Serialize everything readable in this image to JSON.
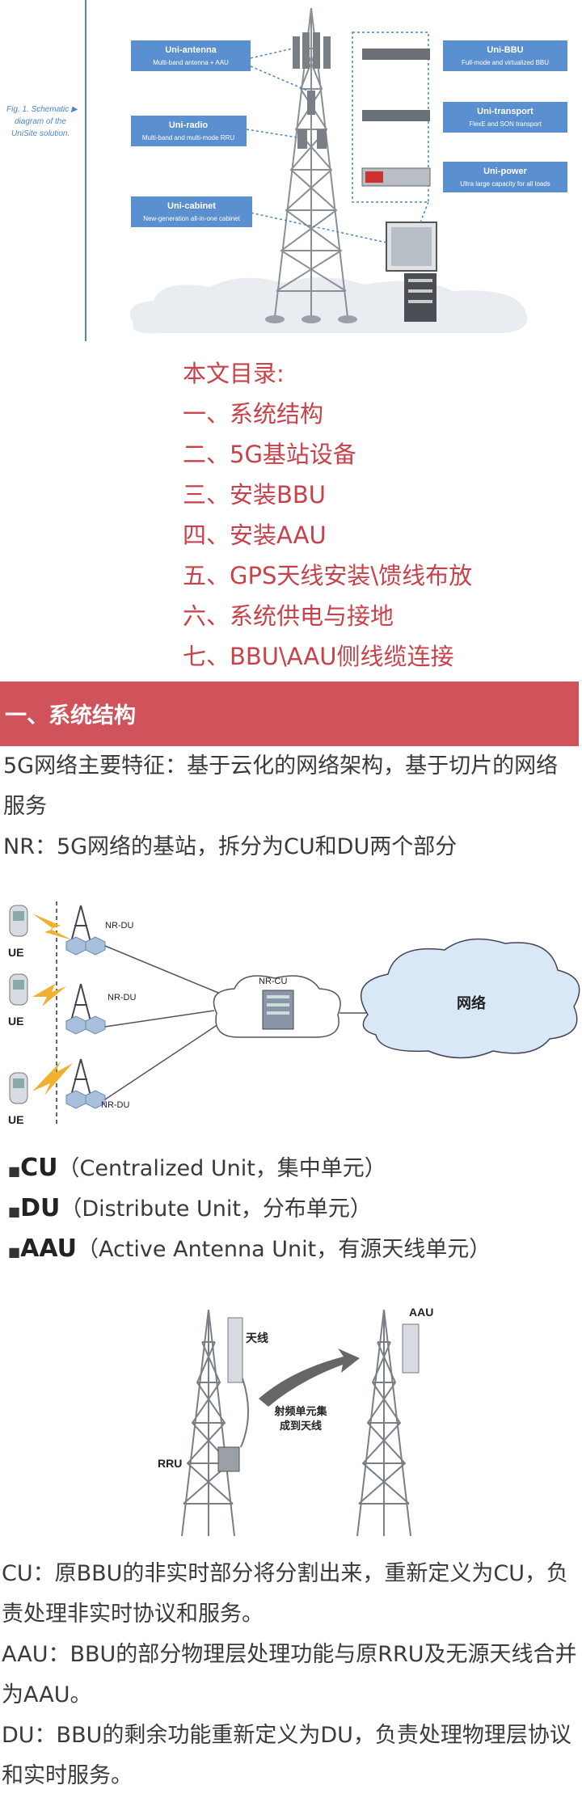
{
  "figure1": {
    "caption": "Fig. 1. Schematic diagram of the UniSite solution.",
    "caption_lines": [
      "Fig. 1. Schematic ▶",
      "diagram of the",
      "UniSite solution."
    ],
    "boxes": [
      {
        "title": "Uni-antenna",
        "subtitle": "Multi-band antenna + AAU"
      },
      {
        "title": "Uni-radio",
        "subtitle": "Multi-band and multi-mode RRU"
      },
      {
        "title": "Uni-cabinet",
        "subtitle": "New-generation all-in-one cabinet"
      },
      {
        "title": "Uni-BBU",
        "subtitle": "Full-mode and virtualized BBU"
      },
      {
        "title": "Uni-transport",
        "subtitle": "FlexE and SON transport"
      },
      {
        "title": "Uni-power",
        "subtitle": "Ultra large capacity for all loads"
      }
    ]
  },
  "toc": {
    "heading": "本文目录:",
    "items": [
      "一、系统结构",
      "二、5G基站设备",
      "三、安装BBU",
      "四、安装AAU",
      "五、GPS天线安装\\馈线布放",
      "六、系统供电与接地",
      "七、BBU\\AAU侧线缆连接"
    ]
  },
  "section": {
    "title": "一、系统结构"
  },
  "paragraphs": {
    "p1": "5G网络主要特征：基于云化的网络架构，基于切片的网络服务",
    "p2": "NR：5G网络的基站，拆分为CU和DU两个部分",
    "p3a": "CU：原BBU的非实时部分将分割出来，重新定义为CU，负责处理非实时协议和服务。",
    "p3b": "AAU：BBU的部分物理层处理功能与原RRU及无源天线合并为AAU。",
    "p3c": "DU：BBU的剩余功能重新定义为DU，负责处理物理层协议和实时服务。"
  },
  "figure2": {
    "ue_label": "UE",
    "du_label": "NR-DU",
    "cu_label": "NR-CU",
    "network_label": "网络"
  },
  "bullets": [
    {
      "abbr": "CU",
      "text": "（Centralized Unit，集中单元）"
    },
    {
      "abbr": "DU",
      "text": "（Distribute Unit，分布单元）"
    },
    {
      "abbr": "AAU",
      "text": "（Active Antenna Unit，有源天线单元）"
    }
  ],
  "figure3": {
    "antenna_label": "天线",
    "rru_label": "RRU",
    "aau_label": "AAU",
    "arrow_label_1": "射频单元集",
    "arrow_label_2": "成到天线"
  },
  "colors": {
    "toc_red": "#c8424a",
    "header_bg": "#d0525a",
    "box_blue": "#5a8fd0",
    "text": "#3a3a3a"
  }
}
